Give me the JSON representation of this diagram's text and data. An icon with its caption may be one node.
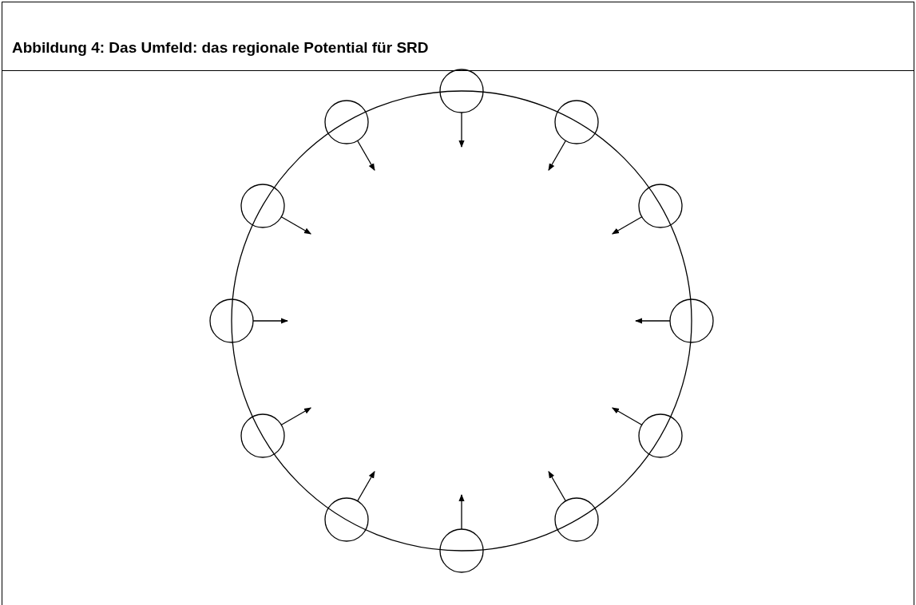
{
  "diagram": {
    "title": "Abbildung 4: Das Umfeld: das regionale Potential für SRD",
    "nodes": [
      {
        "text": [],
        "shape": "circle"
      },
      {
        "text": [],
        "shape": "circle"
      },
      {
        "text": [],
        "shape": "circle"
      },
      {
        "text": [],
        "shape": "circle"
      },
      {
        "text": [],
        "shape": "circle"
      },
      {
        "text": [],
        "shape": "circle"
      },
      {
        "text": [],
        "shape": "circle"
      },
      {
        "text": [],
        "shape": "circle"
      },
      {
        "text": [],
        "shape": "circle"
      },
      {
        "text": [],
        "shape": "circle"
      },
      {
        "text": [],
        "shape": "circle"
      },
      {
        "text": [],
        "shape": "circle"
      },
      {
        "text": [],
        "shape": "circle"
      }
    ],
    "edges": [
      {
        "from": 1,
        "to": 0,
        "arrow": "to"
      },
      {
        "from": 2,
        "to": 0,
        "arrow": "to"
      },
      {
        "from": 3,
        "to": 0,
        "arrow": "to"
      },
      {
        "from": 4,
        "to": 0,
        "arrow": "to"
      },
      {
        "from": 5,
        "to": 0,
        "arrow": "to"
      },
      {
        "from": 6,
        "to": 0,
        "arrow": "to"
      },
      {
        "from": 7,
        "to": 0,
        "arrow": "to"
      },
      {
        "from": 8,
        "to": 0,
        "arrow": "to"
      },
      {
        "from": 9,
        "to": 0,
        "arrow": "to"
      },
      {
        "from": 10,
        "to": 0,
        "arrow": "to"
      },
      {
        "from": 11,
        "to": 0,
        "arrow": "to"
      },
      {
        "from": 12,
        "to": 0,
        "arrow": "to"
      }
    ]
  }
}
